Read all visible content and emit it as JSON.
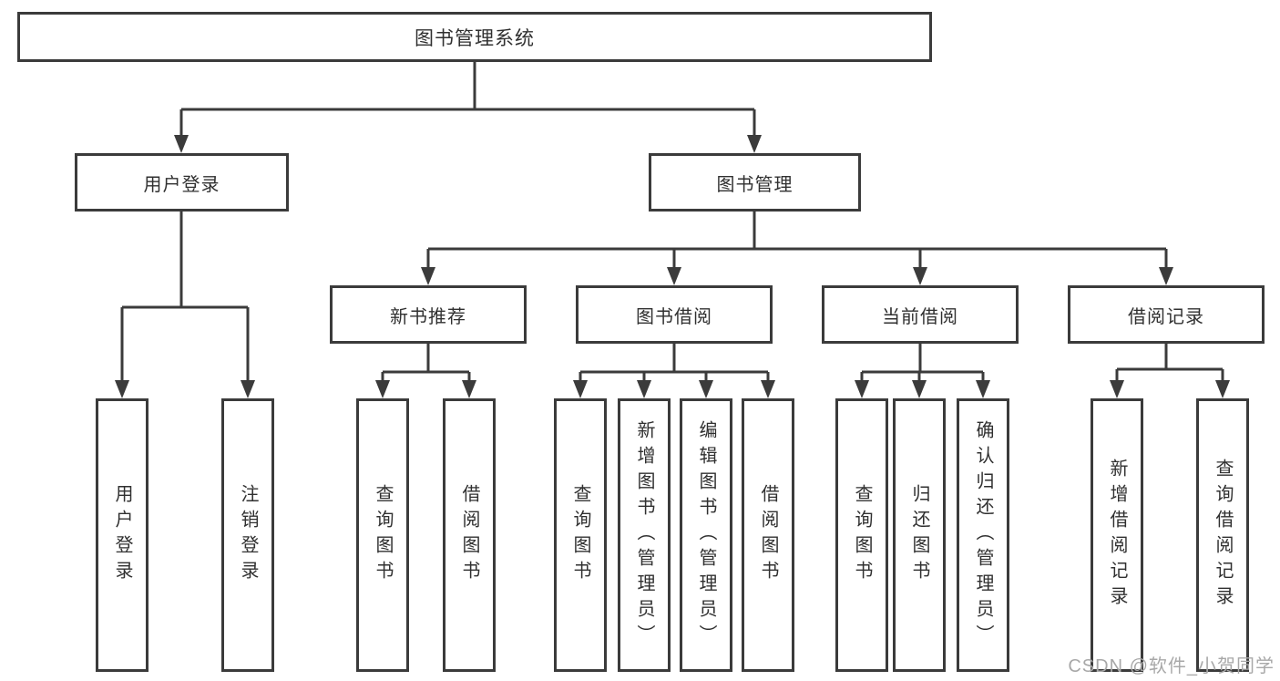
{
  "tree": {
    "root": {
      "label": "图书管理系统",
      "children": [
        {
          "label": "用户登录",
          "children": [
            {
              "label": "用户登录"
            },
            {
              "label": "注销登录"
            }
          ]
        },
        {
          "label": "图书管理",
          "children": [
            {
              "label": "新书推荐",
              "children": [
                {
                  "label": "查询图书"
                },
                {
                  "label": "借阅图书"
                }
              ]
            },
            {
              "label": "图书借阅",
              "children": [
                {
                  "label": "查询图书"
                },
                {
                  "label": "新增图书（管理员）"
                },
                {
                  "label": "编辑图书（管理员）"
                },
                {
                  "label": "借阅图书"
                }
              ]
            },
            {
              "label": "当前借阅",
              "children": [
                {
                  "label": "查询图书"
                },
                {
                  "label": "归还图书"
                },
                {
                  "label": "确认归还（管理员）"
                }
              ]
            },
            {
              "label": "借阅记录",
              "children": [
                {
                  "label": "新增借阅记录"
                },
                {
                  "label": "查询借阅记录"
                }
              ]
            }
          ]
        }
      ]
    }
  },
  "watermark": {
    "text": "CSDN @软件_小贺同学"
  },
  "colors": {
    "line": "#3b3b3b",
    "box_border": "#3b3b3b",
    "box_fill": "#ffffff",
    "text": "#303030",
    "watermark": "#a8a8a8"
  }
}
